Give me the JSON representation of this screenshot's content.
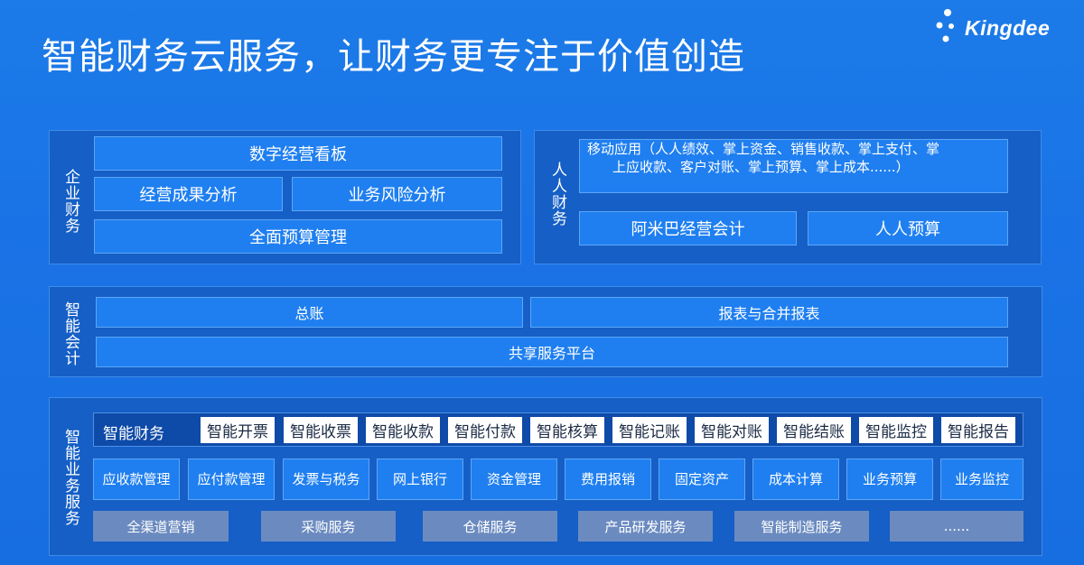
{
  "title": "智能财务云服务，让财务更专注于价值创造",
  "logo": {
    "text": "Kingdee"
  },
  "enterprise": {
    "label": "企业财务",
    "dashboard": "数字经营看板",
    "results": "经营成果分析",
    "risk": "业务风险分析",
    "budget": "全面预算管理"
  },
  "everyone": {
    "label": "人人财务",
    "mobile_line1": "移动应用（人人绩效、掌上资金、销售收款、掌上支付、掌",
    "mobile_line2": "上应收款、客户对账、掌上预算、掌上成本......）",
    "amoeba": "阿米巴经营会计",
    "budget": "人人预算"
  },
  "accounting": {
    "label": "智能会计",
    "ledger": "总账",
    "reports": "报表与合并报表",
    "shared": "共享服务平台"
  },
  "business": {
    "label": "智能业务服务",
    "smart_label": "智能财务",
    "smart_items": [
      "智能开票",
      "智能收票",
      "智能收款",
      "智能付款",
      "智能核算",
      "智能记账",
      "智能对账",
      "智能结账",
      "智能监控",
      "智能报告"
    ],
    "modules": [
      "应收款管理",
      "应付款管理",
      "发票与税务",
      "网上银行",
      "资金管理",
      "费用报销",
      "固定资产",
      "成本计算",
      "业务预算",
      "业务监控"
    ],
    "services": [
      "全渠道营销",
      "采购服务",
      "仓储服务",
      "产品研发服务",
      "智能制造服务",
      "......"
    ]
  }
}
